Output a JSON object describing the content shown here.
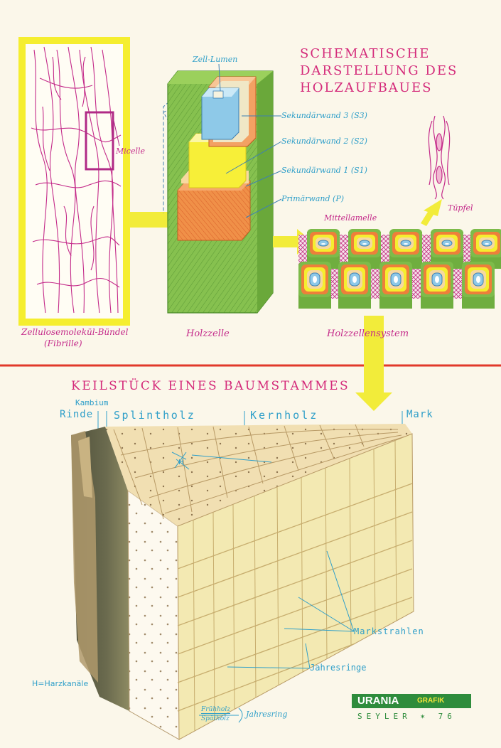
{
  "titles": {
    "schematic_line1": "SCHEMATISCHE",
    "schematic_line2": "DARSTELLUNG DES",
    "schematic_line3": "HOLZAUFBAUES",
    "wedge": "KEILSTÜCK EINES BAUMSTAMMES"
  },
  "fibril_panel": {
    "micelle": "Micelle",
    "caption_line1": "Zellulosemolekül-Bündel",
    "caption_line2": "(Fibrille)"
  },
  "cell_panel": {
    "lumen": "Zell-Lumen",
    "s3": "Sekundärwand 3 (S3)",
    "s2": "Sekundärwand 2 (S2)",
    "s1": "Sekundärwand 1 (S1)",
    "primary": "Primärwand (P)",
    "caption": "Holzzelle"
  },
  "system_panel": {
    "middle_lamella": "Mittellamelle",
    "pit": "Tüpfel",
    "caption": "Holzzellensystem"
  },
  "trunk": {
    "kambium": "Kambium",
    "rinde": "Rinde",
    "splintholz": "Splintholz",
    "kernholz": "Kernholz",
    "mark": "Mark",
    "h_marker": "H",
    "markstrahlen": "Markstrahlen",
    "jahresringe": "Jahresringe",
    "harz": "H=Harzkanäle",
    "fruehholz": "Frühholz",
    "spaetholz": "Spätholz",
    "jahresring": "Jahresring"
  },
  "logo": {
    "brand": "URANIA",
    "brand_suffix": "GRAFIK",
    "signature": "SEYLER ✶ 76"
  },
  "colors": {
    "magenta": "#c42b8a",
    "teal": "#2f9fc9",
    "yellow": "#f5ee2f",
    "arrow_yellow": "#f2ec3a",
    "divider_red": "#e2392a",
    "cell_green": "#7dbb4a",
    "cell_orange": "#ee7f3a",
    "cell_blue": "#8ec9e8",
    "wood_light": "#f3e7b0",
    "bark_dark": "#5b5a42",
    "logo_green": "#2e8c3c"
  }
}
